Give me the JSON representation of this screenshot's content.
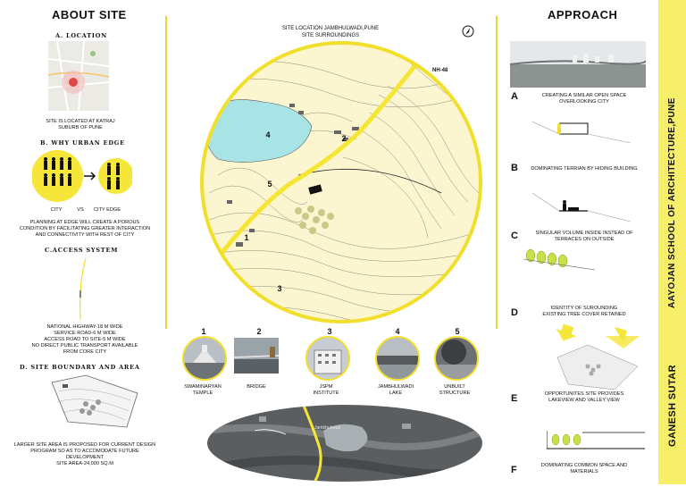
{
  "left": {
    "title": "ABOUT SITE",
    "location": {
      "heading": "A.  LOCATION",
      "text1": "SITE IS LOCATED AT KATRAJ",
      "text2": "SUBURB  OF PUNE"
    },
    "urban_edge": {
      "heading": "B. WHY URBAN EDGE",
      "city_label": "CITY",
      "vs_label": "VS",
      "edge_label": "CITY EDGE",
      "text": [
        "PLANNING AT EDGE WILL CREATE A POROUS",
        "CONDITION BY FACILITATING GREATER INTERACTION",
        "AND CONNECTIVITY WITH REST OF CITY"
      ]
    },
    "access": {
      "heading": "C.ACCESS SYSTEM",
      "text": [
        "NATIONAL HIGHWAY-18 M WIDE",
        "SERVICE ROAD-6 M WIDE",
        "ACCESS ROAD TO SITE-5 M WIDE",
        "NO DIRECT PUBLIC TRANSPORT AVAILABLE",
        "FROM  CORE CITY"
      ]
    },
    "boundary": {
      "heading": "D. SITE BOUNDARY AND AREA",
      "text": [
        "LARGER SITE AREA IS PROPOSED FOR CURRENT DESIGN",
        "PROGRAM SO AS TO ACCOMODATE FUTURE DEVELOPMENT"
      ],
      "area": "SITE AREA-24,000 SQ.M"
    }
  },
  "center": {
    "title1": "SITE LOCATION JAMBHULWADI,PUNE",
    "title2": "SITE SURROUNDINGS",
    "road_label": "NH-48",
    "map_numbers": [
      "1",
      "2",
      "3",
      "4",
      "5"
    ],
    "surroundings": [
      {
        "num": "1",
        "caption": "SWAMINARYAN\nTEMPLE"
      },
      {
        "num": "2",
        "caption": "BRIDGE"
      },
      {
        "num": "3",
        "caption": "JSPM\nINSTITUTE"
      },
      {
        "num": "4",
        "caption": "JAMBHULWADI\nLAKE"
      },
      {
        "num": "5",
        "caption": "UNBUILT\nSTRUCTURE"
      }
    ],
    "aerial_label": "Jambhulwadi"
  },
  "right": {
    "title": "APPROACH",
    "items": [
      {
        "letter": "A",
        "text": "CREATING A SIMILAR OPEN SPACE\nOVERLOOKING CITY"
      },
      {
        "letter": "B",
        "text": "DOMINATING TERRIAN BY HIDING BUILDING"
      },
      {
        "letter": "C",
        "text": "SINGULAR VOLUME INSIDE INSTEAD OF\nTERRACES ON OUTSIDE"
      },
      {
        "letter": "D",
        "text": "IDENTITY OF SUROUNDING\nEXISTING TREE COVER RETAINED"
      },
      {
        "letter": "E",
        "text": "OPPORTUNITES SITE PROVIDES\nLAKEVIEW AND VALLEY VIEW"
      },
      {
        "letter": "F",
        "text": "DOMINATING COMMON SPACE AND\nMATERIALS"
      }
    ]
  },
  "side": {
    "school": "AAYOJAN SCHOOL OF ARCHITECTURE,PUNE",
    "author": "GANESH SUTAR"
  },
  "colors": {
    "accent": "#f2df2d",
    "strip": "#f7ef6a",
    "lake": "#a8e3e6",
    "land": "#fbf6cf"
  }
}
